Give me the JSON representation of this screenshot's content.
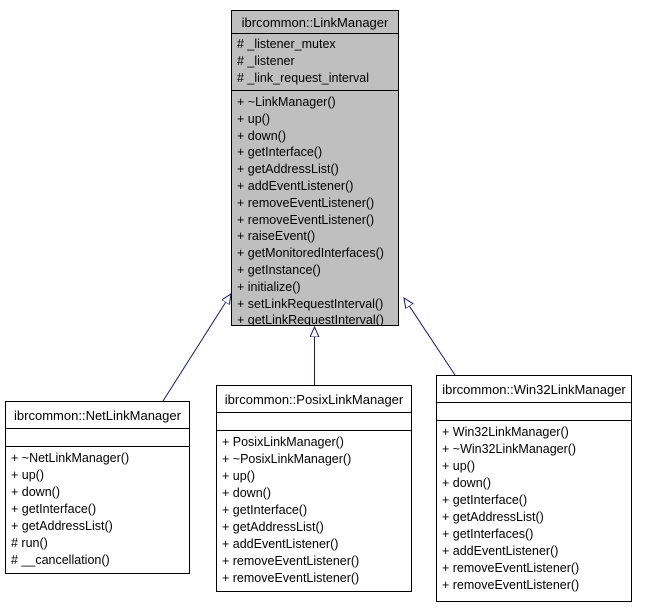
{
  "diagram": {
    "type": "uml-class-inheritance",
    "colors": {
      "background": "#ffffff",
      "node_border": "#000000",
      "node_fill": "#ffffff",
      "highlight_fill": "#bfbfbf",
      "arrow": "#191970",
      "arrowhead_fill": "#ffffff",
      "text": "#000000"
    }
  },
  "classes": [
    {
      "name": "ibrcommon::LinkManager",
      "attributes": [
        "# _listener_mutex",
        "# _listener",
        "# _link_request_interval"
      ],
      "methods": [
        "+ ~LinkManager()",
        "+ up()",
        "+ down()",
        "+ getInterface()",
        "+ getAddressList()",
        "+ addEventListener()",
        "+ removeEventListener()",
        "+ removeEventListener()",
        "+ raiseEvent()",
        "+ getMonitoredInterfaces()",
        "+ getInstance()",
        "+ initialize()",
        "+ setLinkRequestInterval()",
        "+ getLinkRequestInterval()"
      ]
    },
    {
      "name": "ibrcommon::NetLinkManager",
      "attributes": [],
      "methods": [
        "+ ~NetLinkManager()",
        "+ up()",
        "+ down()",
        "+ getInterface()",
        "+ getAddressList()",
        "# run()",
        "# __cancellation()"
      ]
    },
    {
      "name": "ibrcommon::PosixLinkManager",
      "attributes": [],
      "methods": [
        "+ PosixLinkManager()",
        "+ ~PosixLinkManager()",
        "+ up()",
        "+ down()",
        "+ getInterface()",
        "+ getAddressList()",
        "+ addEventListener()",
        "+ removeEventListener()",
        "+ removeEventListener()"
      ]
    },
    {
      "name": "ibrcommon::Win32LinkManager",
      "attributes": [],
      "methods": [
        "+ Win32LinkManager()",
        "+ ~Win32LinkManager()",
        "+ up()",
        "+ down()",
        "+ getInterface()",
        "+ getAddressList()",
        "+ getInterfaces()",
        "+ addEventListener()",
        "+ removeEventListener()",
        "+ removeEventListener()"
      ]
    }
  ]
}
